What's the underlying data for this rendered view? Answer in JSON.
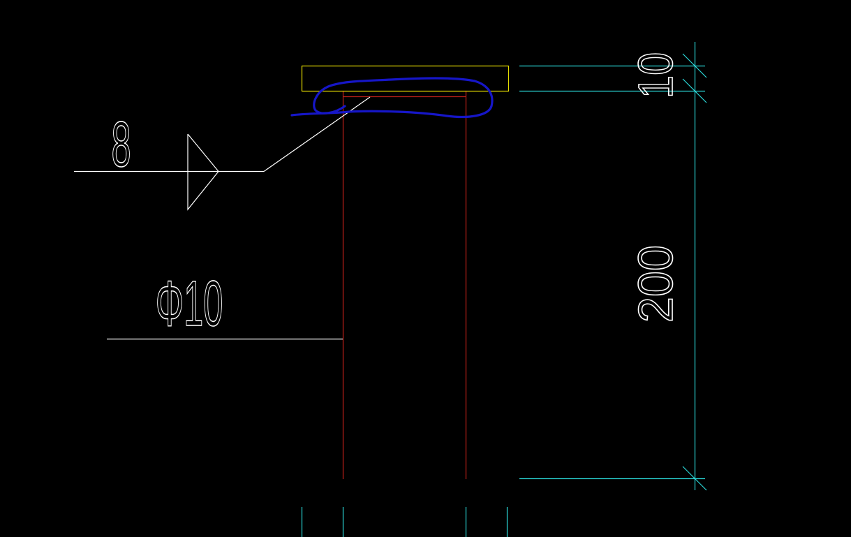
{
  "drawing": {
    "weld_size_label": "8",
    "bar_diameter_label": "Φ10",
    "plate_thickness_dim": "10",
    "bar_length_dim": "200"
  },
  "colors": {
    "background": "#000000",
    "plate_outline": "#e8e000",
    "bar_lines": "#c0201a",
    "annotation_lines": "#ffffff",
    "dimension_lines": "#2ad6d6",
    "markup_highlight": "#1616c8"
  }
}
